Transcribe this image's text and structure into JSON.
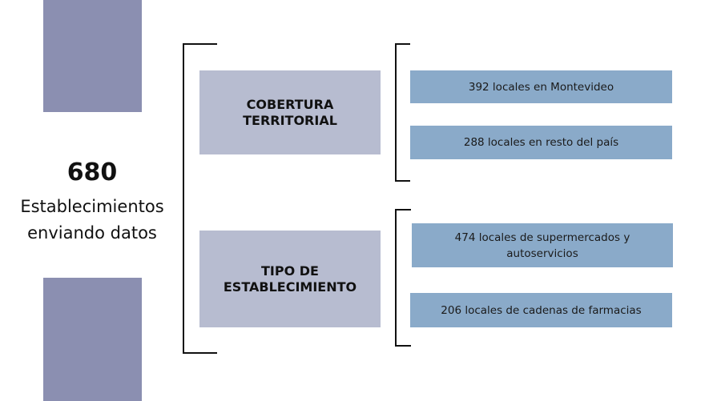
{
  "total": {
    "number": "680",
    "label": "Establecimientos enviando datos"
  },
  "categories": [
    {
      "title": "COBERTURA TERRITORIAL",
      "items": [
        "392 locales en Montevideo",
        "288 locales en resto del país"
      ]
    },
    {
      "title": "TIPO DE ESTABLECIMIENTO",
      "items": [
        "474 locales de supermercados y autoservicios",
        "206 locales de cadenas de farmacias"
      ]
    }
  ],
  "colors": {
    "decorative_block": "#8b8fb1",
    "category_box": "#b7bcd0",
    "detail_box": "#8aaac9",
    "text": "#111111"
  }
}
